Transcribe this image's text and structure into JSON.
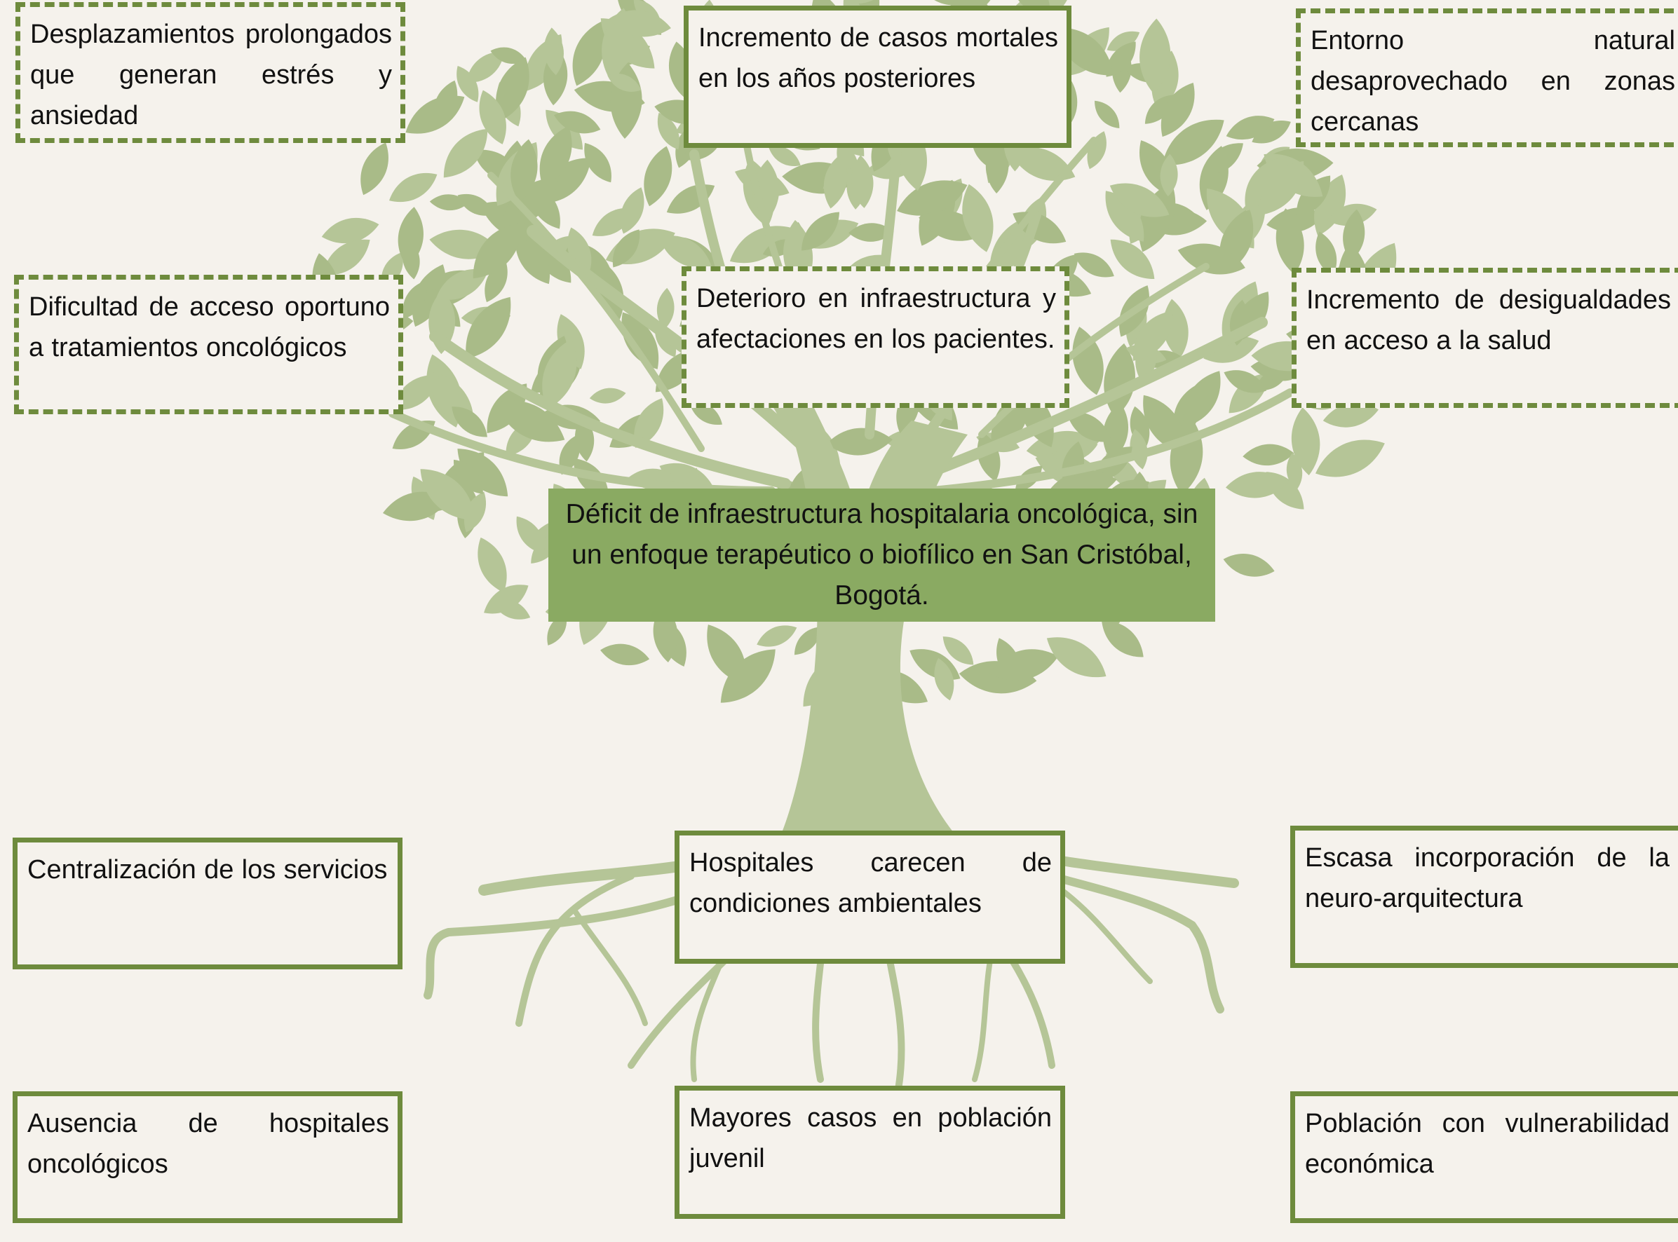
{
  "colors": {
    "background": "#f5f2ec",
    "tree": "#b5c597",
    "leaf_dark": "#a9bb88",
    "box_border": "#6e8b3d",
    "problem_fill": "#8aaa62"
  },
  "central_problem": "Déficit de infraestructura hospitalaria oncológica, sin un enfoque terapéutico o biofílico en San Cristóbal, Bogotá.",
  "effects": {
    "top_left": "Desplazamientos prolongados que generan estrés y ansiedad",
    "top_center": "Incremento de casos mortales en los años posteriores",
    "top_right": "Entorno natural desaprovechado en zonas cercanas",
    "mid_left": "Dificultad de acceso oportuno a tratamientos oncológicos",
    "mid_center": "Deterioro en infraestructura y afectaciones en los pacientes.",
    "mid_right": "Incremento de desigualdades en acceso a la salud"
  },
  "causes": {
    "upper_left": "Centralización de los servicios",
    "upper_center": "Hospitales carecen de condiciones ambientales",
    "upper_right": "Escasa incorporación de la neuro-arquitectura",
    "lower_left": "Ausencia de hospitales oncológicos",
    "lower_center": "Mayores casos en población juvenil",
    "lower_right": "Población con vulnerabilidad económica"
  }
}
